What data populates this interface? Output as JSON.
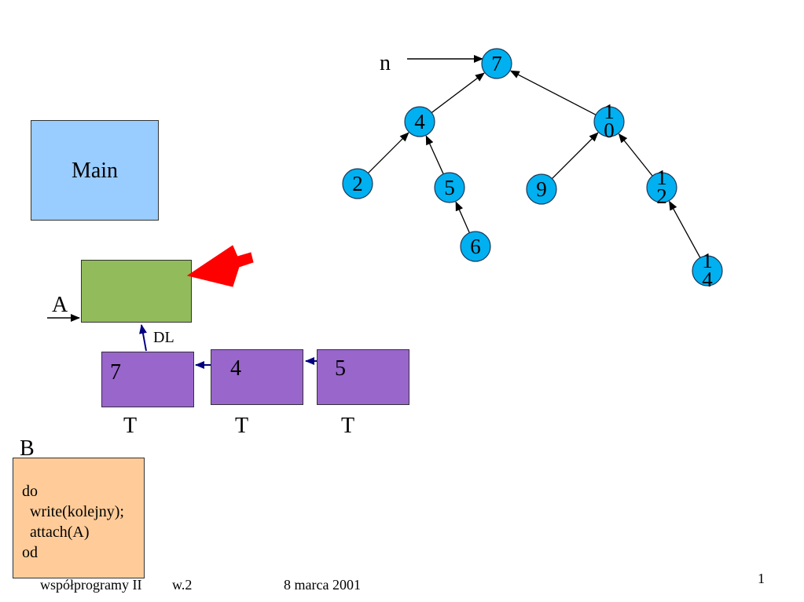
{
  "main_box": {
    "label": "Main"
  },
  "labels": {
    "a": "A",
    "b": "B",
    "dl": "DL",
    "n": "n"
  },
  "t_boxes": [
    {
      "value": "7",
      "label": "T"
    },
    {
      "value": "4",
      "label": "T"
    },
    {
      "value": "5",
      "label": "T"
    }
  ],
  "code": "do\n  write(kolejny);\n  attach(A)\nod",
  "tree": {
    "nodes": [
      {
        "id": "n7",
        "text": [
          "7"
        ]
      },
      {
        "id": "n4",
        "text": [
          "4"
        ]
      },
      {
        "id": "n10",
        "text": [
          "1",
          "0"
        ]
      },
      {
        "id": "n2",
        "text": [
          "2"
        ]
      },
      {
        "id": "n5",
        "text": [
          "5"
        ]
      },
      {
        "id": "n9",
        "text": [
          "9"
        ]
      },
      {
        "id": "n12",
        "text": [
          "1",
          "2"
        ]
      },
      {
        "id": "n6",
        "text": [
          "6"
        ]
      },
      {
        "id": "n14",
        "text": [
          "1",
          "4"
        ]
      }
    ],
    "edges": [
      {
        "from": "n4",
        "to": "n7"
      },
      {
        "from": "n10",
        "to": "n7"
      },
      {
        "from": "n2",
        "to": "n4"
      },
      {
        "from": "n5",
        "to": "n4"
      },
      {
        "from": "n9",
        "to": "n10"
      },
      {
        "from": "n12",
        "to": "n10"
      },
      {
        "from": "n6",
        "to": "n5"
      },
      {
        "from": "n14",
        "to": "n12"
      }
    ]
  },
  "footer": {
    "left": "współprogramy II",
    "version": "w.2",
    "date": "8 marca 2001",
    "page": "1"
  },
  "colors": {
    "main_box": "#99ccff",
    "coroutine_a": "#92bb5b",
    "t_box": "#9966cc",
    "code_box": "#ffcc99",
    "tree_node": "#00b0f0",
    "pointer_arrow": "#ff0000",
    "link_arrow": "#000080"
  }
}
